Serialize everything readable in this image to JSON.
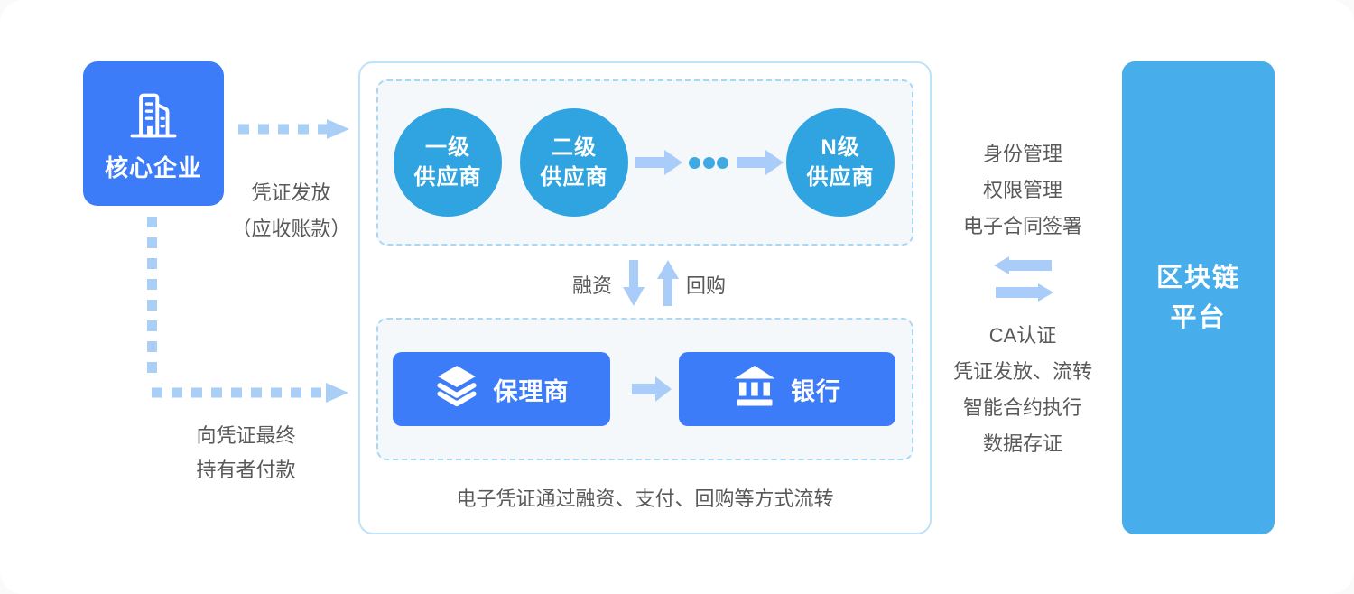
{
  "core": {
    "label": "核心企业",
    "icon": "building-icon"
  },
  "flows": {
    "issue_line1": "凭证发放",
    "issue_line2": "（应收账款）",
    "pay_line1": "向凭证最终",
    "pay_line2": "持有者付款",
    "financing": "融资",
    "buyback": "回购"
  },
  "suppliers": {
    "items": [
      {
        "line1": "一级",
        "line2": "供应商"
      },
      {
        "line1": "二级",
        "line2": "供应商"
      },
      {
        "line1": "N级",
        "line2": "供应商"
      }
    ]
  },
  "institutions": {
    "factor": {
      "label": "保理商",
      "icon": "layers-icon"
    },
    "bank": {
      "label": "银行",
      "icon": "bank-icon"
    }
  },
  "caption": "电子凭证通过融资、支付、回购等方式流转",
  "platform": {
    "line1": "区块链",
    "line2": "平台"
  },
  "features_top": {
    "0": "身份管理",
    "1": "权限管理",
    "2": "电子合同签署"
  },
  "features_bottom": {
    "0": "CA认证",
    "1": "凭证发放、流转",
    "2": "智能合约执行",
    "3": "数据存证"
  },
  "colors": {
    "royal_blue": "#3C7CF8",
    "sky_blue_circle": "#30A4E0",
    "sky_blue_panel": "#47ADEB",
    "light_arrow": "#A9CDF8",
    "dotted_arrow": "#A9CFF6",
    "ellipsis_dots": "#3FA9E4",
    "dashed_border": "#A7D9F5",
    "dashed_box_bg": "#F5F8FB",
    "container_border": "#BEE2F7",
    "text_gray": "#595959"
  }
}
